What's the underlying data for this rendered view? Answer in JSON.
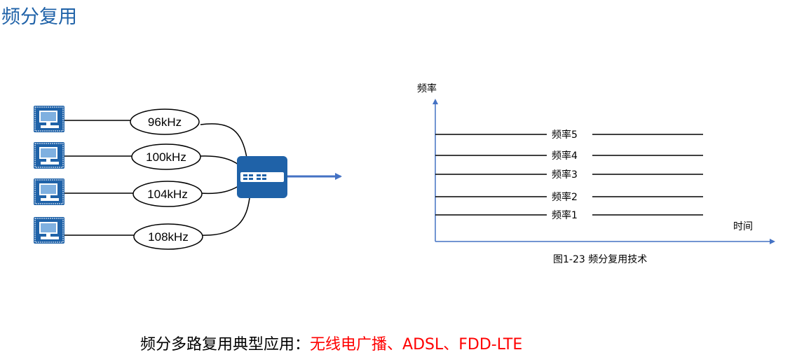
{
  "page": {
    "title": "频分复用"
  },
  "diagram": {
    "channels": [
      {
        "label": "96kHz"
      },
      {
        "label": "100kHz"
      },
      {
        "label": "104kHz"
      },
      {
        "label": "108kHz"
      }
    ],
    "colors": {
      "device": "#1f62a8",
      "arrow": "#4472c4",
      "axis": "#4472c4",
      "line": "#000000"
    },
    "icons": {
      "terminal": "computer-icon",
      "multiplexer": "multiplexer-icon"
    }
  },
  "figure": {
    "y_axis_label": "频率",
    "x_axis_label": "时间",
    "bands": [
      "频率5",
      "频率4",
      "频率3",
      "频率2",
      "频率1"
    ],
    "caption": "图1-23 频分复用技术"
  },
  "footer": {
    "prefix": "频分多路复用典型应用：",
    "highlight": "无线电广播、ADSL、FDD-LTE"
  }
}
